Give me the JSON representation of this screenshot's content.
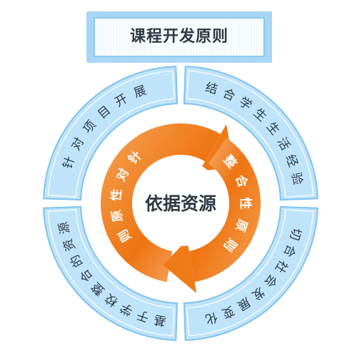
{
  "title": "课程开发原则",
  "center_text": "依据资源",
  "inner_principles": [
    "针对性原则",
    "整合性原则"
  ],
  "outer_items": [
    "针对项目开展",
    "结合学生生活经验",
    "切合社会发展变化",
    "基于学校整合的资源"
  ],
  "colors": {
    "banner": "#a9d6f4",
    "outer_segment": "#bfe3f9",
    "outer_stroke": "#7fc3ee",
    "orange": "#f07b17",
    "orange_light": "#f9c99a",
    "text": "#2f3a44"
  }
}
